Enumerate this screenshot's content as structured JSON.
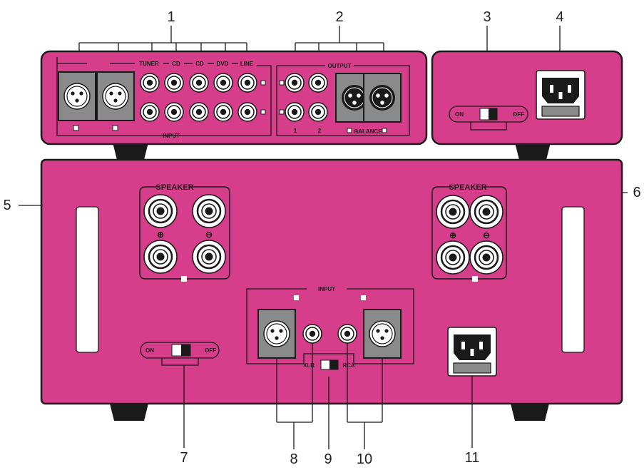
{
  "colors": {
    "chassis": "#d63d8a",
    "outline": "#1a1a1a",
    "connector_grey": "#8a8a8a",
    "foot": "#1a1a1a",
    "slot": "#ffffff"
  },
  "callouts": [
    "1",
    "2",
    "3",
    "4",
    "5",
    "6",
    "7",
    "8",
    "9",
    "10",
    "11"
  ],
  "preamp": {
    "input_labels": [
      "TUNER",
      "CD",
      "CD",
      "DVD",
      "LINE"
    ],
    "input_title": "INPUT",
    "output_title": "OUTPUT",
    "output_numbers": [
      "1",
      "2"
    ],
    "balance_label": "BALANCE"
  },
  "power_supply": {
    "switch_on": "ON",
    "switch_off": "OFF"
  },
  "power_amp": {
    "speaker_left": "SPEAKER",
    "speaker_right": "SPEAKER",
    "plus_symbol": "⊕",
    "minus_symbol": "⊖",
    "input_title": "INPUT",
    "selector_xlr": "XLR",
    "selector_rca": "RCA",
    "switch_on": "ON",
    "switch_off": "OFF"
  },
  "icons": [
    "xlr-connector-icon",
    "rca-jack-icon",
    "iec-power-inlet-icon",
    "toggle-switch-icon",
    "binding-post-icon"
  ]
}
